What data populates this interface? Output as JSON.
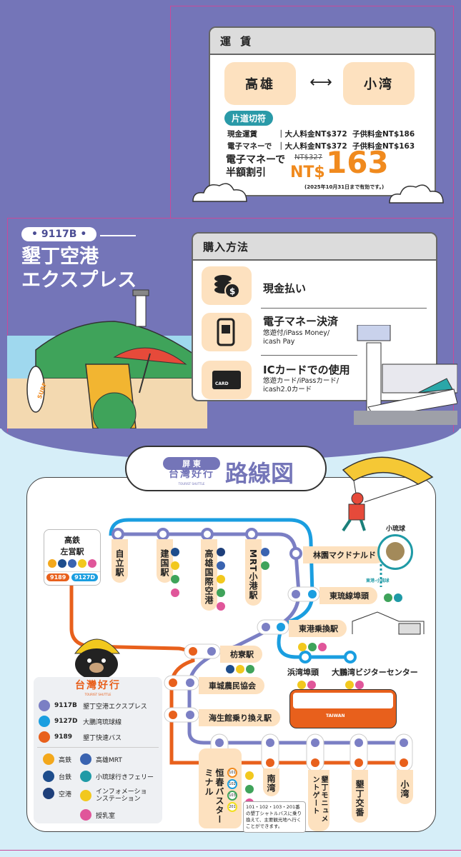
{
  "fare": {
    "title": "運 賃",
    "from": "高雄",
    "to": "小湾",
    "arrow": "⟷",
    "ticket_type": "片道切符",
    "rows": [
      {
        "method": "現金運賃",
        "adult": "大人料金NT$372",
        "child": "子供料金NT$186"
      },
      {
        "method": "電子マネーで",
        "adult": "大人料金NT$372",
        "child": "子供料金NT$163"
      }
    ],
    "promo_line1": "電子マネーで",
    "promo_line2": "半額割引",
    "old_price": "NT$327",
    "currency": "NT$",
    "price": "163",
    "valid_note": "(2025年10月31日まで有効です。)"
  },
  "hero": {
    "route_no": "9117B",
    "title_line1": "墾丁空港",
    "title_line2": "エクスプレス",
    "surf_text": "SURF"
  },
  "purchase": {
    "title": "購入方法",
    "methods": [
      {
        "icon": "coins-icon",
        "title": "現金払い"
      },
      {
        "icon": "qr-phone-icon",
        "title": "電子マネー決済",
        "sub1": "悠遊付/iPass Money/",
        "sub2": "icash Pay"
      },
      {
        "icon": "card-icon",
        "title": "ICカードでの使用",
        "sub1": "悠遊カード/iPassカード/",
        "sub2": "icash2.0カード",
        "card_text": "CARD"
      }
    ]
  },
  "map": {
    "region": "屏 東",
    "brand": "台灣好行",
    "brand_sub": "TOURIST SHUTTLE",
    "title": "路線図",
    "hsr_station": {
      "line1": "高鉄",
      "line2": "左営駅",
      "badge1": "9189",
      "badge2": "9127D"
    },
    "top_stations": [
      "自立駅",
      "建国駅",
      "高雄国際空港",
      "MRT小港駅"
    ],
    "right_stations": [
      "林園マクドナルド",
      "東琉線埠頭",
      "東港乗換駅"
    ],
    "blue_branch": [
      "浜湾埠頭",
      "大鵬湾ビジターセンター"
    ],
    "island": {
      "name": "小琉球",
      "ferry": "東港-小琉球"
    },
    "mid_stations": [
      "枋寮駅",
      "車城農民協会",
      "海生館乗り換え駅"
    ],
    "bottom_stations": [
      "恒春バスターミナル",
      "南湾",
      "墾丁モニュメントゲート",
      "墾丁交番",
      "小湾"
    ],
    "shuttle_numbers": [
      "101",
      "102",
      "103",
      "201"
    ],
    "shuttle_note": "101・102・103・201番の墾丁シャトルバスに乗り換えて、主要観光地へ行くことができます。",
    "bus_brand": "TAIWAN"
  },
  "legend": {
    "brand": "台灣好行",
    "brand_sub": "TOURIST SHUTTLE",
    "routes": [
      {
        "no": "9117B",
        "name": "墾丁空港エクスプレス",
        "color": "#7b7fc4"
      },
      {
        "no": "9127D",
        "name": "大鵬湾琉球線",
        "color": "#1a9ee0"
      },
      {
        "no": "9189",
        "name": "墾丁快速バス",
        "color": "#e8601c"
      }
    ],
    "facilities": [
      {
        "name": "高鉄",
        "color": "#f3a81c"
      },
      {
        "name": "高雄MRT",
        "color": "#3a63b0"
      },
      {
        "name": "台鉄",
        "color": "#1e4d8c"
      },
      {
        "name": "小琉球行きフェリー",
        "color": "#1f9aa6"
      },
      {
        "name": "空港",
        "color": "#1e3f7a"
      },
      {
        "name": "インフォメーションステーション",
        "color": "#f2c81e"
      },
      {
        "name": "授乳室",
        "color": "#e0569a"
      }
    ]
  },
  "colors": {
    "purple_bg": "#7475b8",
    "sky": "#d6eef8",
    "orange": "#f08a1e",
    "peach": "#fde1bf"
  }
}
